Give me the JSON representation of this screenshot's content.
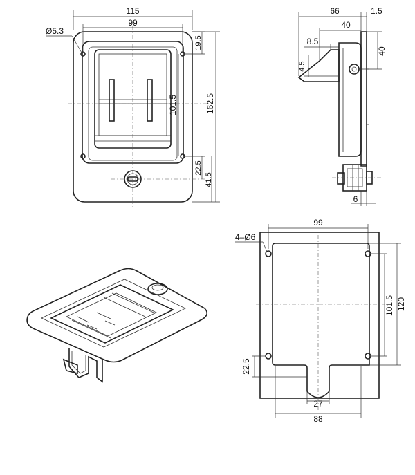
{
  "front_view": {
    "dim_overall_width": "115",
    "dim_inner_width": "99",
    "dim_hole": "Ø5.3",
    "dim_top_offset": "19.5",
    "dim_inner_height": "101.5",
    "dim_overall_height": "162.5",
    "dim_lock_offset": "22.5",
    "dim_bottom": "41.5"
  },
  "side_view": {
    "dim_overall_depth": "66",
    "dim_flange": "1.5",
    "dim_handle_depth": "40",
    "dim_handle_tab": "8.5",
    "dim_tab_height": "4.5",
    "dim_top_height": "40",
    "dim_lock_thickness": "6"
  },
  "cutout_view": {
    "dim_hole_callout": "4–Ø6",
    "dim_hole_spacing_x": "99",
    "dim_hole_spacing_y": "101.5",
    "dim_cutout_height": "120",
    "dim_bottom_offset": "22.5",
    "dim_notch_width": "27",
    "dim_cutout_width": "88"
  }
}
